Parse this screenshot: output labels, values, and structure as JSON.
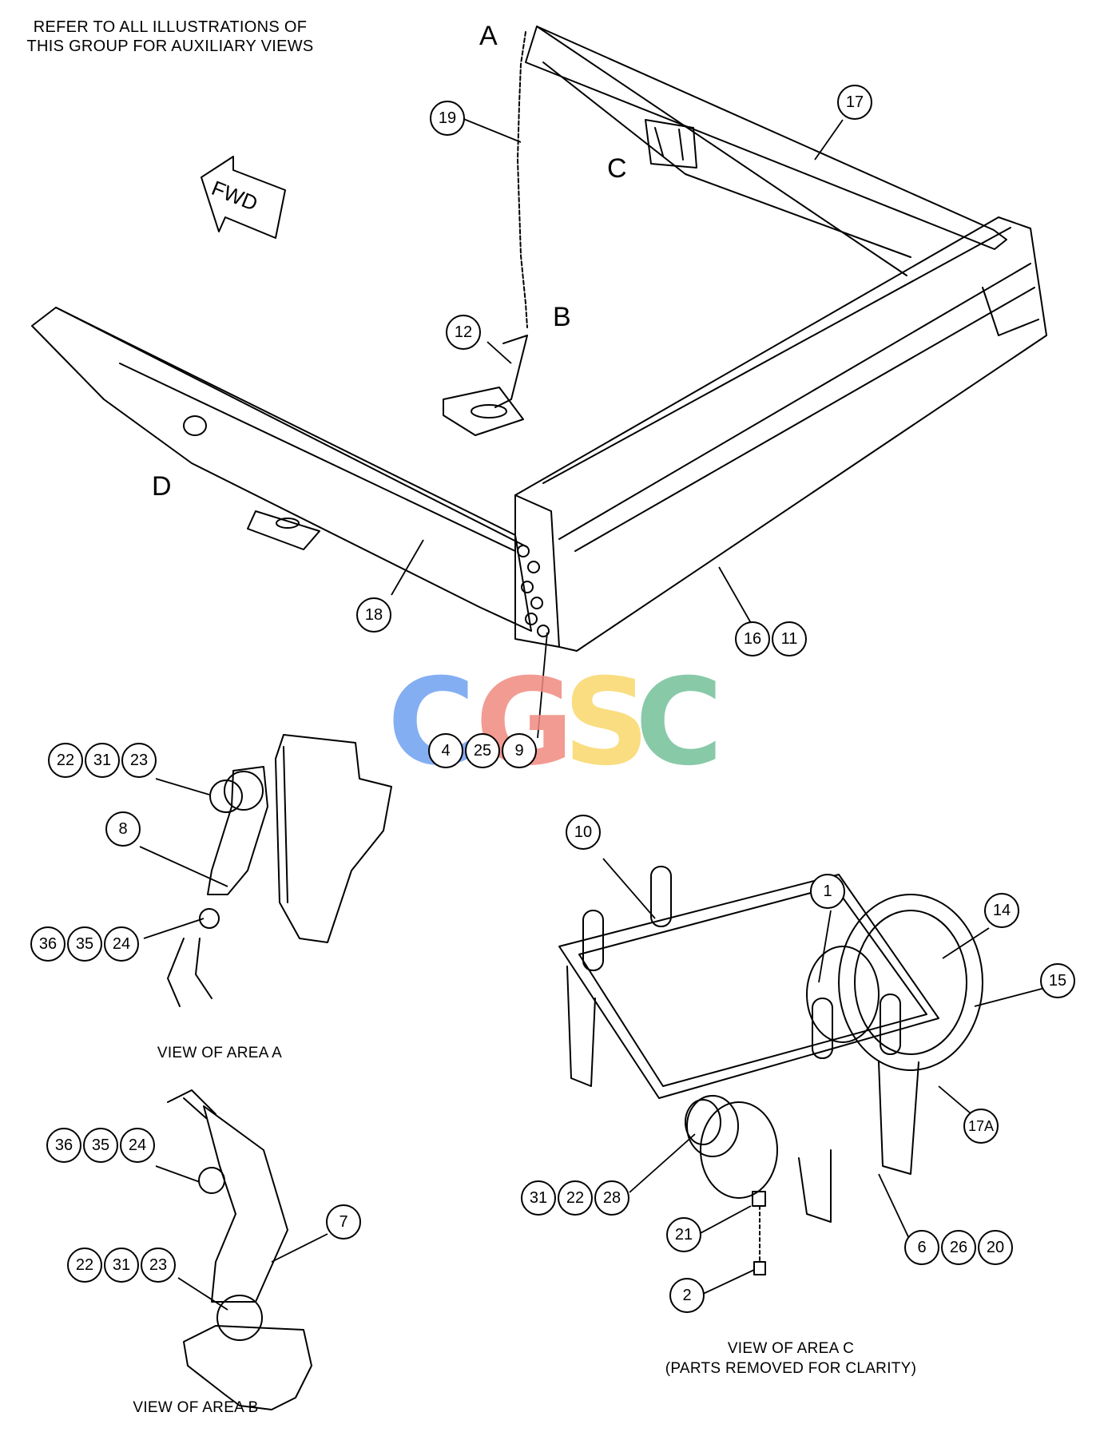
{
  "header_note": [
    "REFER TO ALL ILLUSTRATIONS OF",
    "THIS GROUP FOR AUXILIARY VIEWS"
  ],
  "fwd_label": "FWD",
  "area_letters": {
    "a": "A",
    "b": "B",
    "c": "C",
    "d": "D"
  },
  "callouts": {
    "c19": "19",
    "c17": "17",
    "c12": "12",
    "c18": "18",
    "c16": "16",
    "c11": "11",
    "c4": "4",
    "c25": "25",
    "c9": "9",
    "ca_22": "22",
    "ca_31": "31",
    "ca_23": "23",
    "ca_8": "8",
    "ca_36": "36",
    "ca_35": "35",
    "ca_24": "24",
    "cb_36": "36",
    "cb_35": "35",
    "cb_24": "24",
    "cb_7": "7",
    "cb_22": "22",
    "cb_31": "31",
    "cb_23": "23",
    "cc_10": "10",
    "cc_1": "1",
    "cc_14": "14",
    "cc_15": "15",
    "cc_17a": "17A",
    "cc_31": "31",
    "cc_22": "22",
    "cc_28": "28",
    "cc_21": "21",
    "cc_2": "2",
    "cc_6": "6",
    "cc_26": "26",
    "cc_20": "20"
  },
  "captions": {
    "area_a": "VIEW OF AREA  A",
    "area_b": "VIEW OF AREA  B",
    "area_c": [
      "VIEW OF AREA  C",
      "(PARTS REMOVED FOR CLARITY)"
    ]
  },
  "watermark": {
    "letters": [
      "C",
      "G",
      "S",
      "C"
    ],
    "colors": [
      "#6fa0f0",
      "#f08a80",
      "#f8d86a",
      "#74c09a"
    ]
  }
}
